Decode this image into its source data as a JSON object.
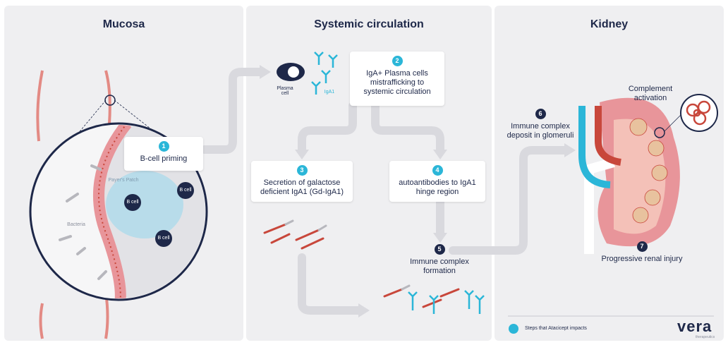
{
  "panels": {
    "mucosa": "Mucosa",
    "systemic": "Systemic circulation",
    "kidney": "Kidney"
  },
  "steps": [
    {
      "num": "1",
      "text": "B-cell priming"
    },
    {
      "num": "2",
      "text": "IgA+ Plasma cells mistrafficking to systemic circulation"
    },
    {
      "num": "3",
      "text": "Secretion of galactose deficient IgA1 (Gd-IgA1)"
    },
    {
      "num": "4",
      "text": "autoantibodies to IgA1 hinge region"
    },
    {
      "num": "5",
      "text": "Immune complex formation"
    },
    {
      "num": "6",
      "text": "Immune complex deposit in glomeruli"
    },
    {
      "num": "7",
      "text": "Progressive renal injury"
    }
  ],
  "labels": {
    "complement": "Complement activation",
    "peyers_patch": "Payer's Patch",
    "b_cell": "B cell",
    "bacteria": "Bacteria",
    "plasma_cell": "Plasma cell",
    "iga1": "IgA1"
  },
  "legend": {
    "text": "Steps that Atacicept impacts",
    "brand": "vera",
    "brand_sub": "therapeutics"
  },
  "colors": {
    "accent": "#2bb6d8",
    "navy": "#1e2849",
    "red": "#c8473b",
    "panel": "#efeff1"
  }
}
